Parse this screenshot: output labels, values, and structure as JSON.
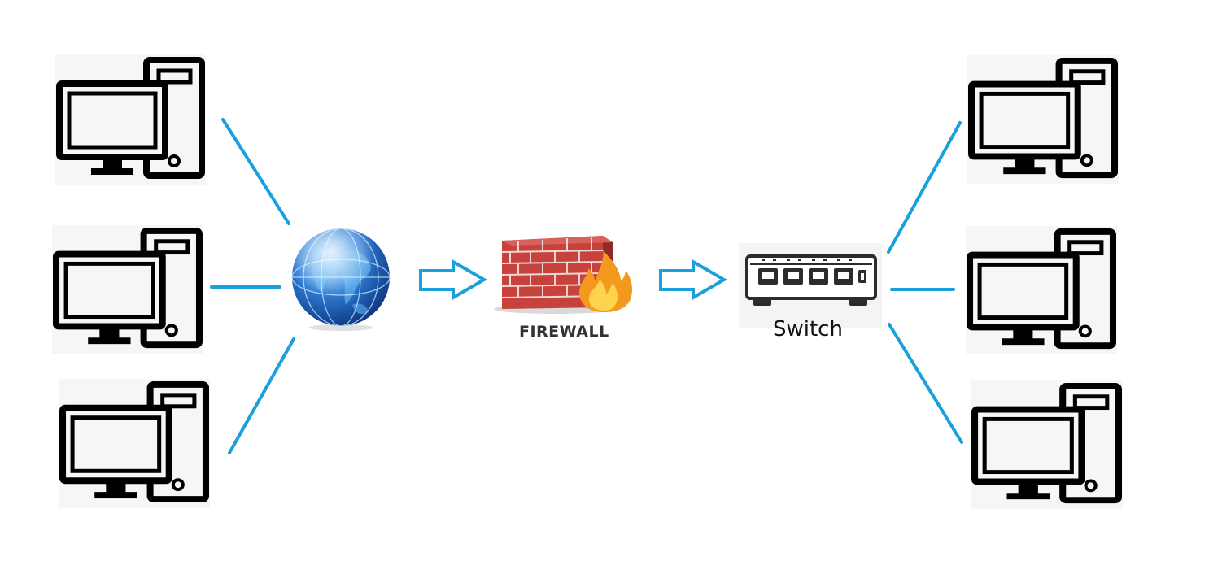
{
  "diagram": {
    "firewall": {
      "label": "FIREWALL"
    },
    "switch": {
      "label": "Switch"
    },
    "left_computers": [
      {
        "name": "computer"
      },
      {
        "name": "computer"
      },
      {
        "name": "computer"
      }
    ],
    "right_computers": [
      {
        "name": "computer"
      },
      {
        "name": "computer"
      },
      {
        "name": "computer"
      }
    ],
    "colors": {
      "link": "#1aa0dc",
      "arrow": "#1aa0dc",
      "brick": "#c8423d",
      "flame": "#f39a1e",
      "globe": "#1f63b8"
    }
  }
}
